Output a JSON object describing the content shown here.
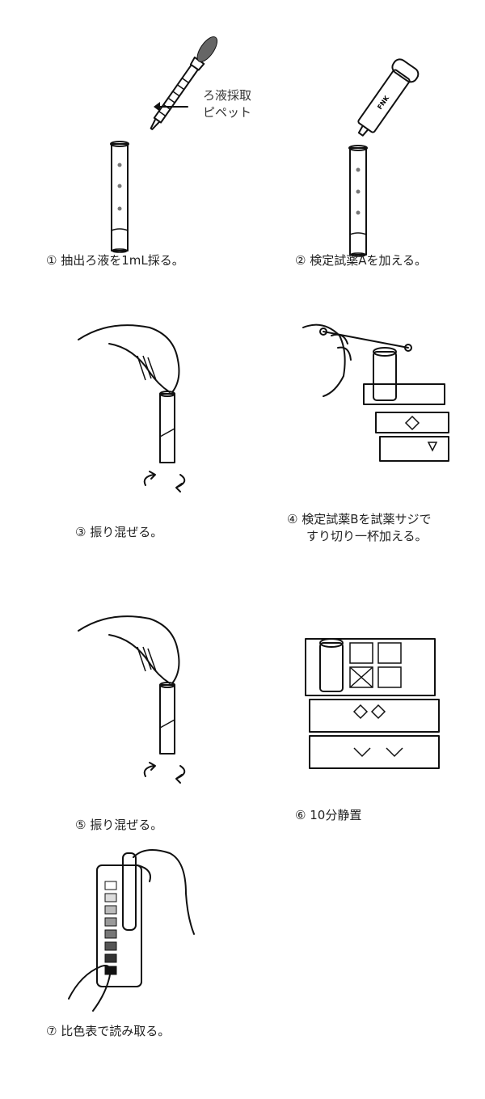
{
  "steps": [
    {
      "number": "①",
      "text": "抽出ろ液を1mL採る。",
      "annotation": [
        "ろ液採取",
        "ピペット"
      ]
    },
    {
      "number": "②",
      "text": "検定試薬Aを加える。",
      "bottle_label": "FNK"
    },
    {
      "number": "③",
      "text": "振り混ぜる。"
    },
    {
      "number": "④",
      "lines": [
        "検定試薬Bを試薬サジで",
        "すり切り一杯加える。"
      ]
    },
    {
      "number": "⑤",
      "text": "振り混ぜる。"
    },
    {
      "number": "⑥",
      "text": "10分静置"
    },
    {
      "number": "⑦",
      "text": "比色表で読み取る。"
    }
  ]
}
